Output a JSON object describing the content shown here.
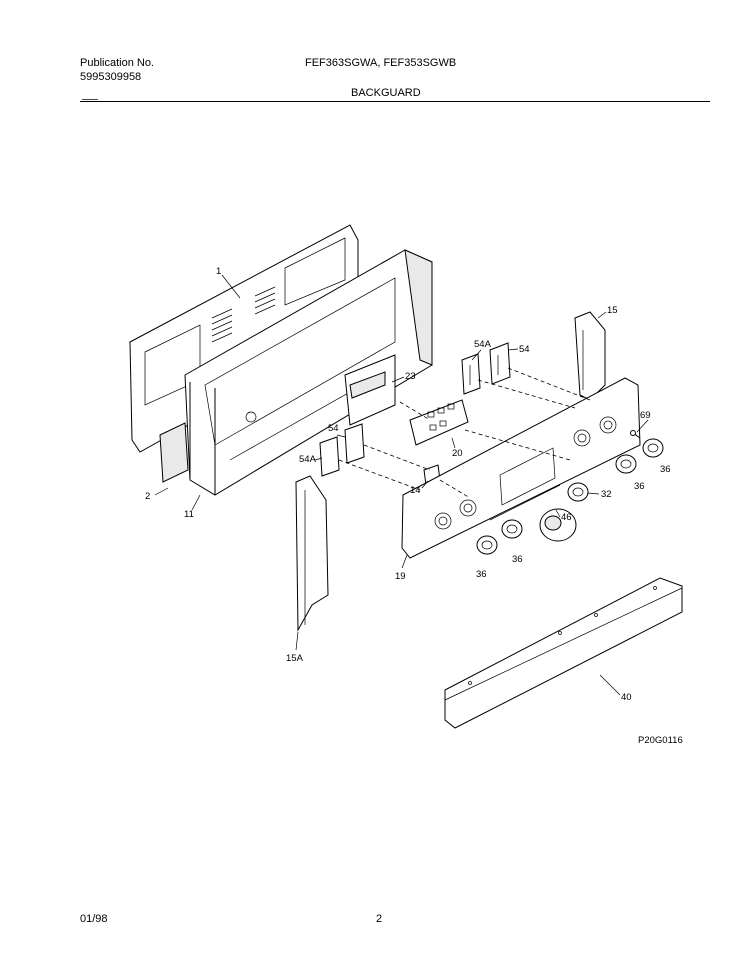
{
  "header": {
    "publication_label": "Publication No.",
    "publication_number": "5995309958",
    "models": "FEF363SGWA, FEF353SGWB",
    "section_title": "BACKGUARD"
  },
  "diagram": {
    "callouts": [
      "1",
      "2",
      "11",
      "23",
      "54A",
      "54",
      "15",
      "69",
      "36",
      "20",
      "54",
      "54A",
      "14",
      "36",
      "32",
      "46",
      "36",
      "36",
      "19",
      "15A",
      "40"
    ],
    "figure_id": "P20G0116"
  },
  "footer": {
    "date": "01/98",
    "page": "2"
  }
}
